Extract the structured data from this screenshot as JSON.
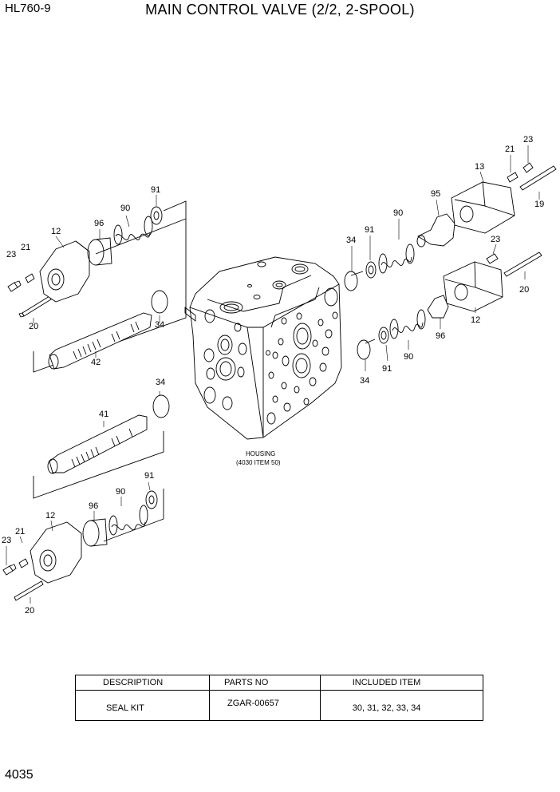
{
  "header": {
    "model": "HL760-9",
    "title": "MAIN CONTROL VALVE (2/2, 2-SPOOL)"
  },
  "diagram": {
    "housing_label": "HOUSING",
    "housing_ref": "(4030 ITEM 50)",
    "callouts": {
      "c23a": "23",
      "c21a": "21",
      "c12a": "12",
      "c96a": "96",
      "c90a": "90",
      "c91a": "91",
      "c34a": "34",
      "c20a": "20",
      "c42": "42",
      "c34b": "34",
      "c41": "41",
      "c91b": "91",
      "c90b": "90",
      "c96b": "96",
      "c12b": "12",
      "c21b": "21",
      "c23b": "23",
      "c20b": "20",
      "c23c": "23",
      "c21c": "21",
      "c13": "13",
      "c19": "19",
      "c95": "95",
      "c90c": "90",
      "c91c": "91",
      "c34c": "34",
      "c23d": "23",
      "c20c": "20",
      "c12c": "12",
      "c96c": "96",
      "c90d": "90",
      "c91d": "91",
      "c34d": "34"
    }
  },
  "parts_table": {
    "headers": [
      "DESCRIPTION",
      "PARTS NO",
      "INCLUDED ITEM"
    ],
    "rows": [
      {
        "description": "SEAL KIT",
        "parts_no": "ZGAR-00657",
        "included": "30, 31, 32, 33, 34"
      }
    ]
  },
  "footer": {
    "page_number": "4035"
  }
}
